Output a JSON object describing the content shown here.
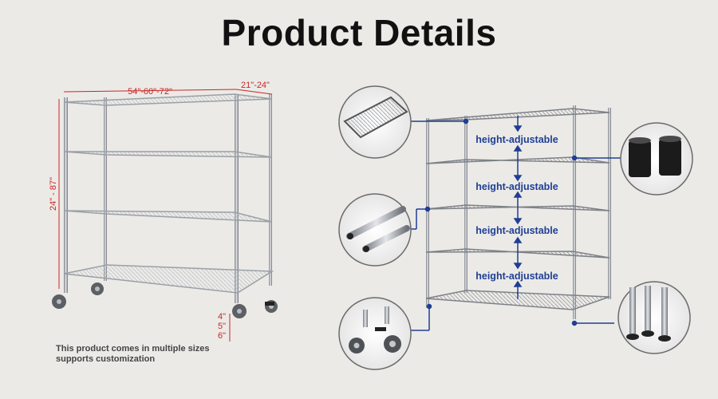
{
  "title": "Product Details",
  "dimensions": {
    "width": "54\"-60\"-72\"",
    "depth": "21\"-24\"",
    "height": "24\" - 87\"",
    "caster_4": "4\"",
    "caster_5": "5\"",
    "caster_6": "6\""
  },
  "note": {
    "line1": "This product comes in multiple sizes",
    "line2": "supports customization"
  },
  "features": {
    "adjustable_label": "height-adjustable"
  },
  "colors": {
    "accent_blue": "#1f3f94",
    "dimension_red": "#c62828",
    "background": "#eceae7"
  }
}
